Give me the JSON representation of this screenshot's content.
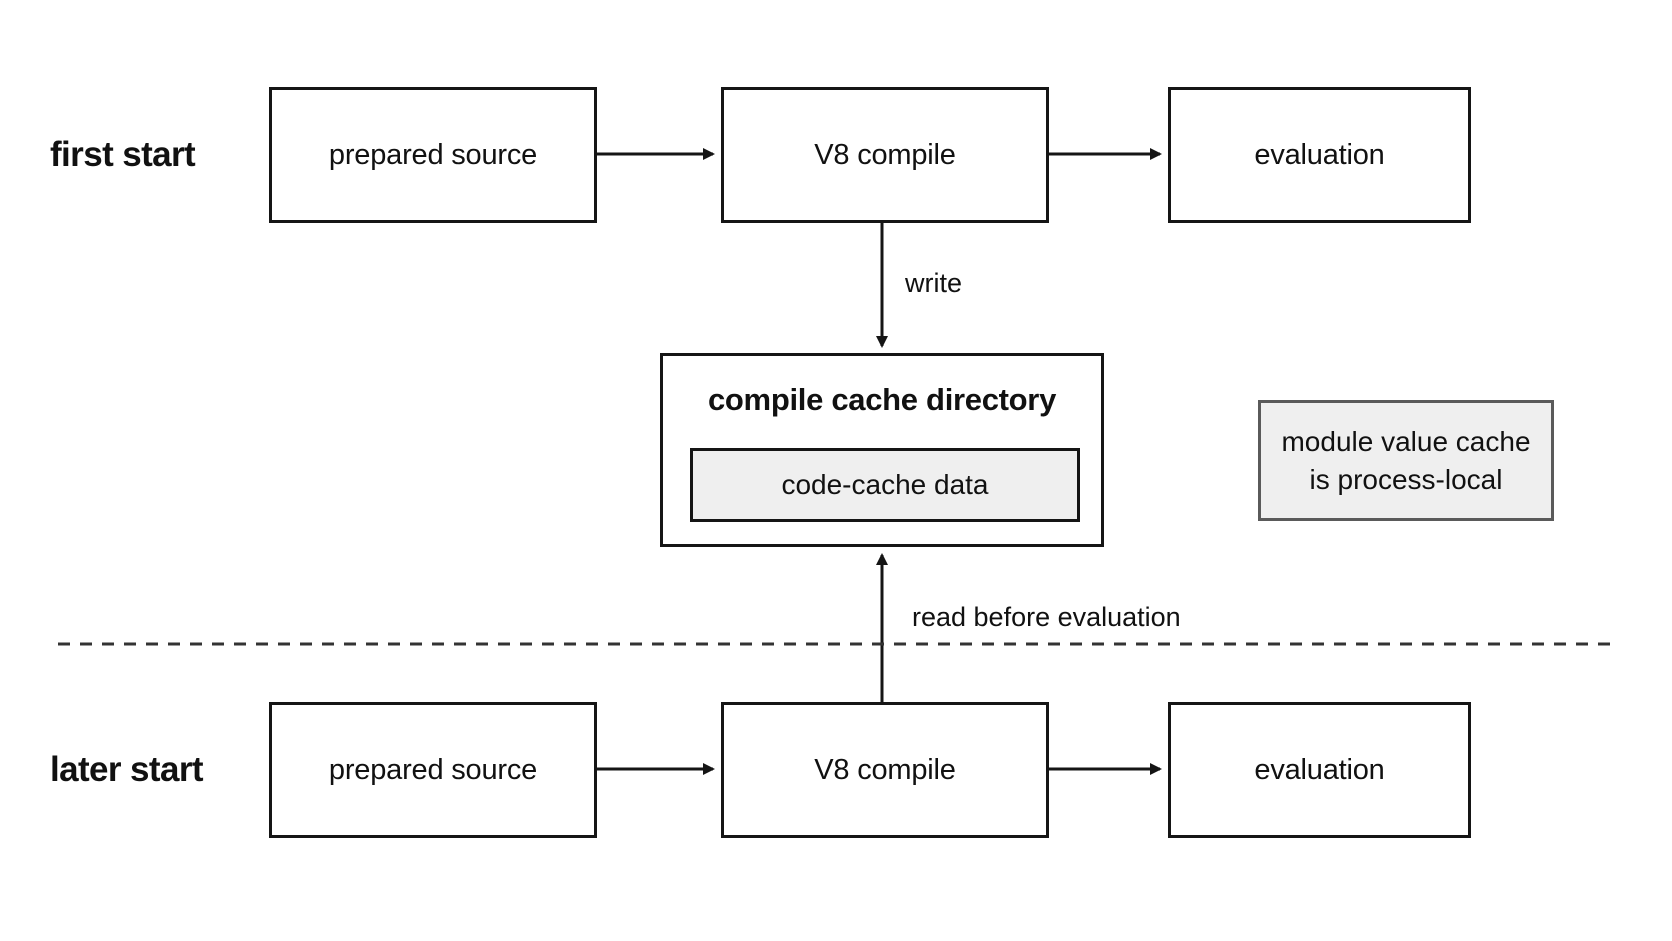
{
  "rows": {
    "first": {
      "label": "first start",
      "source": "prepared source",
      "compile": "V8 compile",
      "evaluation": "evaluation"
    },
    "later": {
      "label": "later start",
      "source": "prepared source",
      "compile": "V8 compile",
      "evaluation": "evaluation"
    }
  },
  "cache": {
    "title": "compile cache directory",
    "inner": "code-cache data"
  },
  "note": {
    "line1": "module value cache",
    "line2": "is process-local"
  },
  "edges": {
    "write": "write",
    "read": "read before evaluation"
  },
  "colors": {
    "stroke": "#151515",
    "fill_gray": "#efefef",
    "divider": "#333333"
  }
}
